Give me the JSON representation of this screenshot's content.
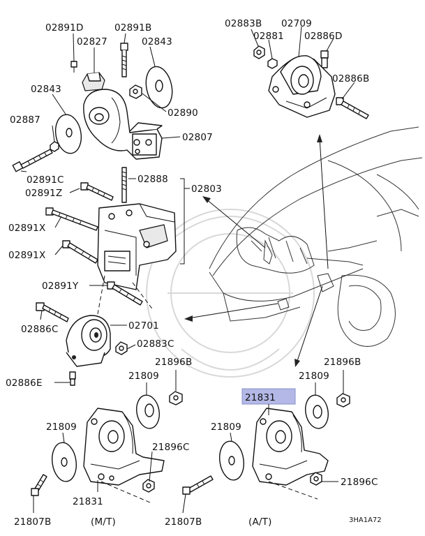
{
  "labels": {
    "p02891D": "02891D",
    "p02891B": "02891B",
    "p02827": "02827",
    "p02843_top": "02843",
    "p02843_left": "02843",
    "p02887": "02887",
    "p02890": "02890",
    "p02807": "02807",
    "p02891C": "02891C",
    "p02888": "02888",
    "p02891Z": "02891Z",
    "p02803": "02803",
    "p02891X_a": "02891X",
    "p02891X_b": "02891X",
    "p02891Y": "02891Y",
    "p02886C": "02886C",
    "p02701": "02701",
    "p02883C": "02883C",
    "p21896B_mt": "21896B",
    "p02886E": "02886E",
    "p21809_mt_top": "21809",
    "p21809_mt_left": "21809",
    "p21896C_mt": "21896C",
    "p21831_mt": "21831",
    "p21807B_mt": "21807B",
    "mt": "(M/T)",
    "p02883B": "02883B",
    "p02709": "02709",
    "p02881": "02881",
    "p02886D": "02886D",
    "p02886B": "02886B",
    "p21896B_at": "21896B",
    "p21831_at": "21831",
    "p21809_at_top": "21809",
    "p21809_at_left": "21809",
    "p21896C_at": "21896C",
    "p21807B_at": "21807B",
    "at": "(A/T)",
    "code": "3HA1A72"
  },
  "highlight_color": "#b3b8e6"
}
